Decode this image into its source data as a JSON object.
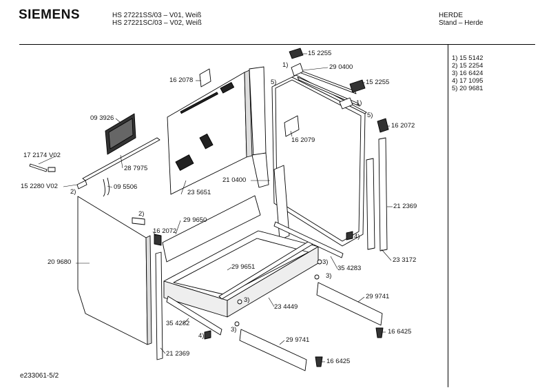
{
  "header": {
    "brand": "SIEMENS",
    "model_lines": [
      "HS 27221SS/03 – V01, Weiß",
      "HS 27221SC/03 – V02, Weiß"
    ],
    "category_lines": [
      "HERDE",
      "Stand – Herde"
    ]
  },
  "legend": [
    "1) 15 5142",
    "2) 15 2254",
    "3) 16 6424",
    "4) 17 1095",
    "5) 20 9681"
  ],
  "footer": "e233061-5/2",
  "part_labels": {
    "p152255a": "15 2255",
    "p290400": "29 0400",
    "p152255b": "15 2255",
    "p162078": "16 2078",
    "p093926": "09 3926",
    "p162079": "16 2079",
    "p162072a": "16 2072",
    "p172174": "17 2174 V02",
    "p287975": "28 7975",
    "p152280": "15 2280 V02",
    "p095506": "09 5506",
    "p235651": "23 5651",
    "p210400": "21 0400",
    "p212369a": "21 2369",
    "p299650": "29 9650",
    "p162072b": "16 2072",
    "p209680": "20 9680",
    "p299651": "29 9651",
    "p354283": "35 4283",
    "p233172": "23 3172",
    "p299741a": "29 9741",
    "p234449": "23 4449",
    "p354282": "35 4282",
    "p166425a": "16 6425",
    "p299741b": "29 9741",
    "p212369b": "21 2369",
    "p166425b": "16 6425"
  },
  "callouts": {
    "c1a": "1)",
    "c5a": "5)",
    "c1b": "1)",
    "c5b": "5)",
    "c2a": "2)",
    "c2b": "2)",
    "c4a": "4)",
    "c3a": "3)",
    "c3b": "3)",
    "c3c": "3)",
    "c3d": "3)",
    "c4b": "4)"
  }
}
